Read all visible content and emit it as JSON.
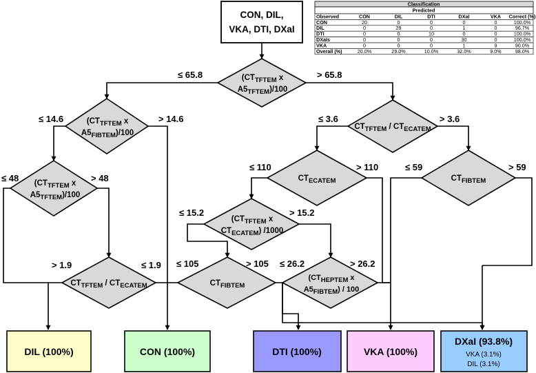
{
  "root": {
    "lines": [
      "CON, DIL,",
      "VKA, DTI, DXaI"
    ]
  },
  "nodes": {
    "n1": {
      "l1": {
        "p": "(CT",
        "s": "TFTEM",
        "q": " x"
      },
      "l2": {
        "p": "A5",
        "s": "TFTEM",
        "q": ")/100"
      }
    },
    "n2": {
      "l1": {
        "p": "(CT",
        "s": "TFTEM",
        "q": " x"
      },
      "l2": {
        "p": "A5",
        "s": "FIBTEM",
        "q": ")/100"
      }
    },
    "n3": {
      "l1": {
        "p": "CT",
        "s": "TFTEM",
        "q": " / CT",
        "s2": "ECATEM"
      }
    },
    "n4": {
      "l1": {
        "p": "(CT",
        "s": "TFTEM",
        "q": " x"
      },
      "l2": {
        "p": "A5",
        "s": "TFTEM",
        "q": ")/100"
      }
    },
    "n5": {
      "l1": {
        "p": "CT",
        "s": "ECATEM"
      }
    },
    "n6": {
      "l1": {
        "p": "CT",
        "s": "FIBTEM"
      }
    },
    "n7": {
      "l1": {
        "p": "(CT",
        "s": "TFTEM",
        "q": " x"
      },
      "l2": {
        "p": "CT",
        "s": "ECATEM",
        "q": ") /1000"
      }
    },
    "n8": {
      "l1": {
        "p": "CT",
        "s": "TFTEM",
        "q": " / CT",
        "s2": "ECATEM"
      }
    },
    "n9": {
      "l1": {
        "p": "CT",
        "s": "FIBTEM"
      }
    },
    "n10": {
      "l1": {
        "p": "(CT",
        "s": "HEPTEM",
        "q": " x"
      },
      "l2": {
        "p": "A5",
        "s": "FIBTEM",
        "q": ") / 100"
      }
    }
  },
  "thresholds": {
    "t1l": "≤ 65.8",
    "t1r": "> 65.8",
    "t2l": "≤ 14.6",
    "t2r": "> 14.6",
    "t3l": "≤ 3.6",
    "t3r": "> 3.6",
    "t4l": "≤ 48",
    "t4r": "> 48",
    "t5l": "≤ 110",
    "t5r": "> 110",
    "t6l": "≤ 59",
    "t6r": "> 59",
    "t7l": "≤ 15.2",
    "t7r": "> 15.2",
    "t8l": "> 1.9",
    "t8r": "≤ 1.9",
    "t9l": "≤ 105",
    "t9r": "> 105",
    "t10l": "≤ 26.2",
    "t10r": "> 26.2"
  },
  "leaves": {
    "dil": {
      "label": "DIL (100%)",
      "color": "#ffffcc"
    },
    "con": {
      "label": "CON (100%)",
      "color": "#ccffcc"
    },
    "dti": {
      "label": "DTI (100%)",
      "color": "#9999ff"
    },
    "vka": {
      "label": "VKA (100%)",
      "color": "#ffccff"
    },
    "dxai": {
      "label": "DXaI (93.8%)",
      "color": "#99ccff",
      "sub1": "VKA (3.1%)",
      "sub2": "DIL (3.1%)"
    }
  },
  "table": {
    "title": "Classification",
    "predicted": "Predicted",
    "headers": [
      "Observed",
      "CON",
      "DIL",
      "DTI",
      "DXaI",
      "VKA",
      "Correct (%)"
    ],
    "rows": [
      [
        "CON",
        "20",
        "0",
        "0",
        "0",
        "0",
        "100.0%"
      ],
      [
        "DIL",
        "0",
        "29",
        "0",
        "1",
        "0",
        "96.7%"
      ],
      [
        "DTI",
        "0",
        "0",
        "10",
        "0",
        "0",
        "100.0%"
      ],
      [
        "DXaIs",
        "0",
        "0",
        "0",
        "30",
        "0",
        "100.0%"
      ],
      [
        "VKA",
        "0",
        "0",
        "0",
        "1",
        "9",
        "90.0%"
      ],
      [
        "Overall (%)",
        "20.0%",
        "29.0%",
        "10.0%",
        "32.0%",
        "9.0%",
        "98.0%"
      ]
    ]
  },
  "colors": {
    "diamond": "#d9d9d9",
    "line": "#000000",
    "table_header": "#d9d9d9"
  }
}
